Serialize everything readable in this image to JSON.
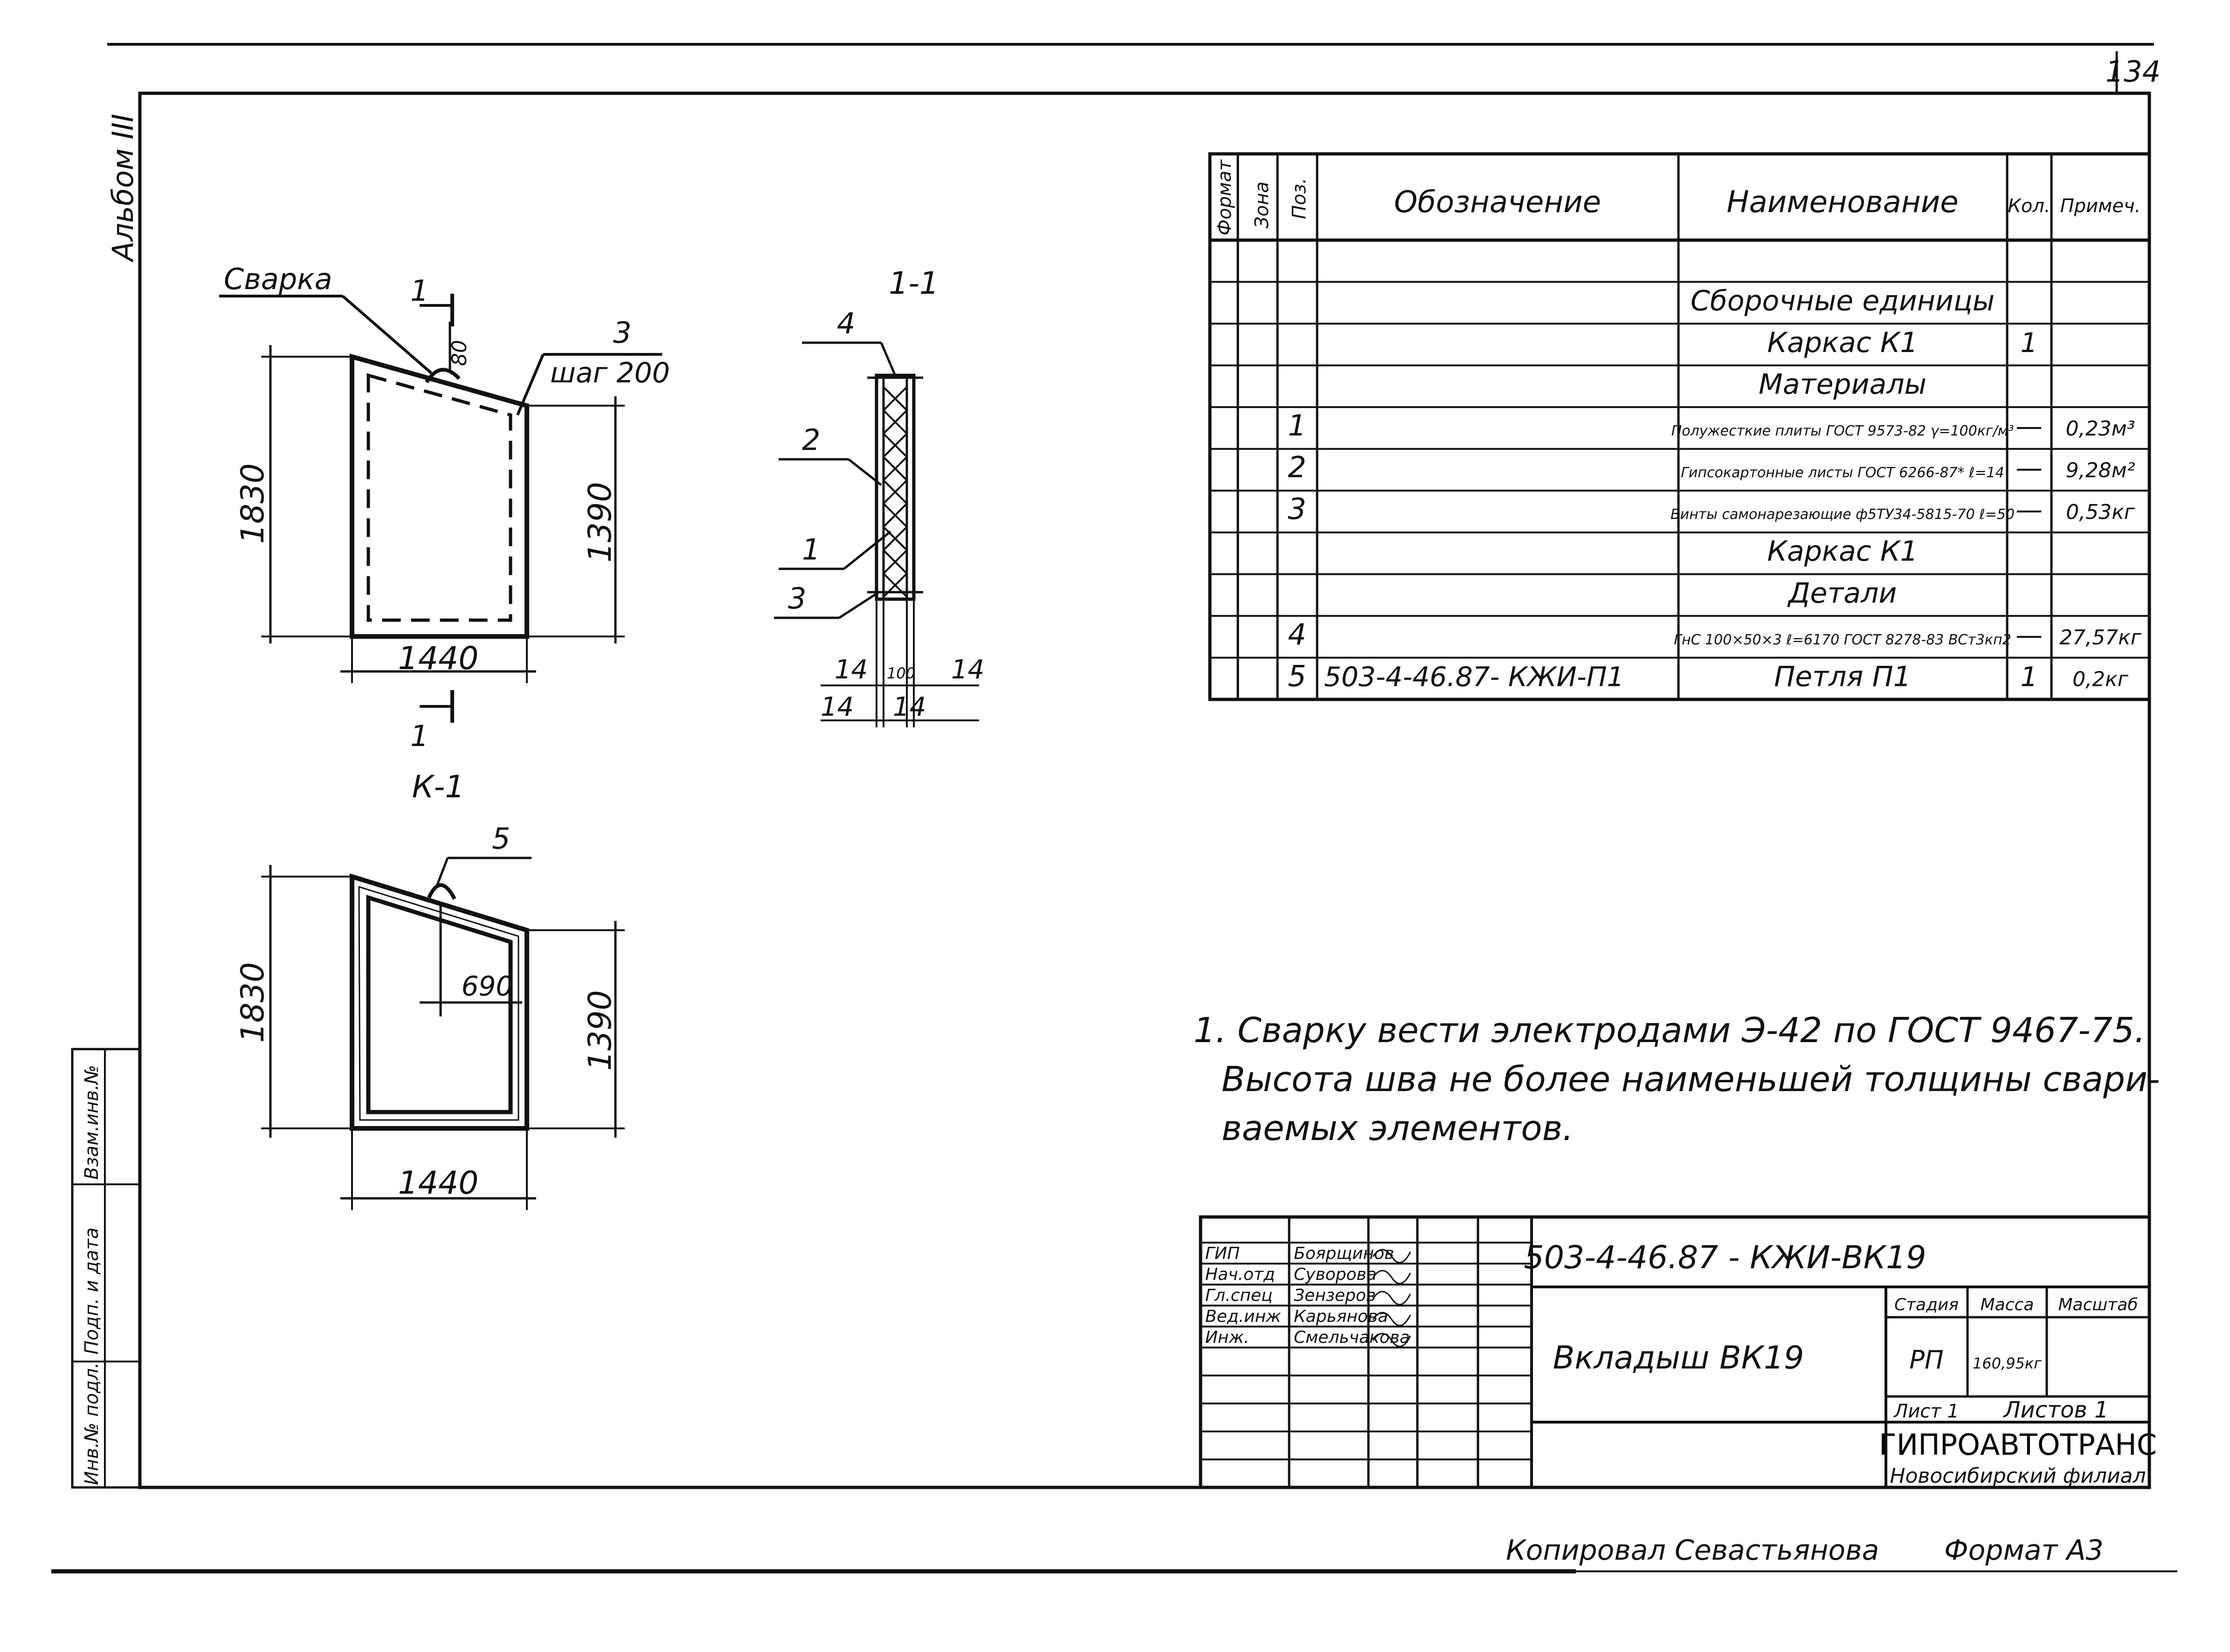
{
  "sheet": {
    "page_number": "134",
    "album": "Альбом III",
    "format_note": "Формат А3",
    "copied_by": "Копировал Севастьянова"
  },
  "views": {
    "front": {
      "weld_label": "Сварка",
      "weld_size": "80",
      "item_3": "3",
      "item_3_note": "шаг 200",
      "section_marker": "1",
      "height_left": "1830",
      "height_right": "1390",
      "width": "1440"
    },
    "section": {
      "title": "1-1",
      "callouts": [
        "4",
        "2",
        "1",
        "3"
      ],
      "dims_top": [
        "14",
        "100",
        "14"
      ],
      "dims_bottom": [
        "14",
        "14"
      ]
    },
    "frame": {
      "title": "К-1",
      "loop_label": "5",
      "height_left": "1830",
      "height_right": "1390",
      "inner_dim": "690",
      "width": "1440"
    }
  },
  "spec": {
    "headers": [
      "Формат",
      "Зона",
      "Поз.",
      "Обозначение",
      "Наименование",
      "Кол.",
      "Примеч."
    ],
    "rows": [
      {
        "pos": "",
        "designation": "",
        "name": "",
        "qty": "",
        "note": ""
      },
      {
        "pos": "",
        "designation": "",
        "name": "Сборочные единицы",
        "qty": "",
        "note": ""
      },
      {
        "pos": "",
        "designation": "",
        "name": "Каркас К1",
        "qty": "1",
        "note": ""
      },
      {
        "pos": "",
        "designation": "",
        "name": "Материалы",
        "qty": "",
        "note": ""
      },
      {
        "pos": "1",
        "designation": "",
        "name": "Полужесткие плиты ГОСТ 9573-82 γ=100кг/м³",
        "qty": "—",
        "note": "0,23м³"
      },
      {
        "pos": "2",
        "designation": "",
        "name": "Гипсокартонные листы ГОСТ 6266-87* ℓ=14",
        "qty": "—",
        "note": "9,28м²"
      },
      {
        "pos": "3",
        "designation": "",
        "name": "Винты самонарезающие ф5ТУ34-5815-70 ℓ=50",
        "qty": "—",
        "note": "0,53кг"
      },
      {
        "pos": "",
        "designation": "",
        "name": "Каркас К1",
        "qty": "",
        "note": ""
      },
      {
        "pos": "",
        "designation": "",
        "name": "Детали",
        "qty": "",
        "note": ""
      },
      {
        "pos": "4",
        "designation": "",
        "name": "ГнС 100×50×3 ℓ=6170 ГОСТ 8278-83 ВСт3кп2",
        "qty": "—",
        "note": "27,57кг"
      },
      {
        "pos": "5",
        "designation": "503-4-46.87- КЖИ-П1",
        "name": "Петля П1",
        "qty": "1",
        "note": "0,2кг"
      }
    ]
  },
  "notes": [
    "1. Сварку вести электродами Э-42 по ГОСТ 9467-75.",
    "Высота шва не более наименьшей толщины свари-",
    "ваемых элементов."
  ],
  "title_block": {
    "signatures": [
      {
        "role": "ГИП",
        "name": "Боярщинов"
      },
      {
        "role": "Нач.отд",
        "name": "Суворова"
      },
      {
        "role": "Гл.спец",
        "name": "Зензеров"
      },
      {
        "role": "Вед.инж",
        "name": "Карьянова"
      },
      {
        "role": "Инж.",
        "name": "Смельчакова"
      }
    ],
    "doc_code": "503-4-46.87 - КЖИ-ВК19",
    "item_name": "Вкладыш ВК19",
    "stage_header": "Стадия",
    "mass_header": "Масса",
    "scale_header": "Масштаб",
    "stage": "РП",
    "mass": "160,95кг",
    "sheet_label": "Лист 1",
    "sheets_label": "Листов 1",
    "org": "ГИПРОАВТОТРАНС",
    "branch": "Новосибирский филиал"
  },
  "side_stamp": [
    "Инв.№ подл.",
    "Подп. и дата",
    "Взам.инв.№"
  ]
}
